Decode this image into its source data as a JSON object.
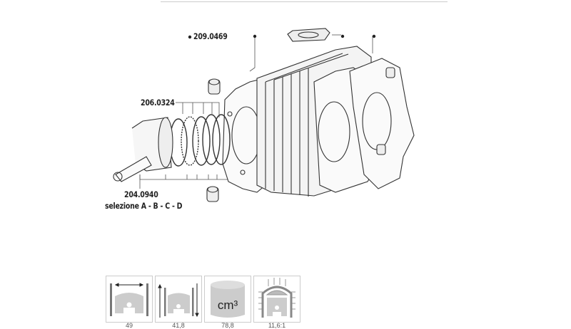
{
  "diagram": {
    "labels": {
      "gasket_code": "209.0469",
      "rings_code": "206.0324",
      "piston_code": "204.0940",
      "piston_selection": "selezione A - B - C - D"
    }
  },
  "specs": [
    {
      "icon": "bore-icon",
      "value": "49"
    },
    {
      "icon": "stroke-icon",
      "value": "41,8"
    },
    {
      "icon": "displacement-icon",
      "value": "78,8",
      "icon_text": "cm³"
    },
    {
      "icon": "compression-ratio-icon",
      "value": "11,6:1"
    }
  ]
}
